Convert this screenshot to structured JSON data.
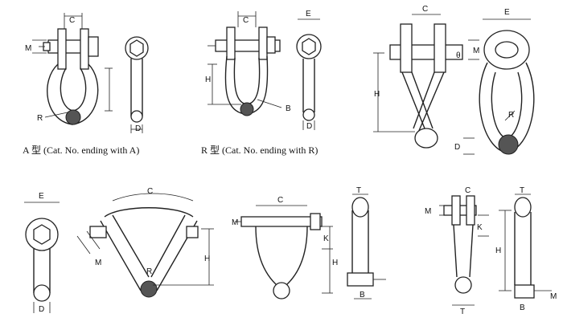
{
  "captions": {
    "type_a": "A 型 (Cat. No. ending with A)",
    "type_r": "R 型 (Cat. No. ending with R)"
  },
  "labels": {
    "C": "C",
    "E": "E",
    "M": "M",
    "R": "R",
    "H": "H",
    "D": "D",
    "B": "B",
    "K": "K",
    "T": "T",
    "theta": "θ"
  }
}
